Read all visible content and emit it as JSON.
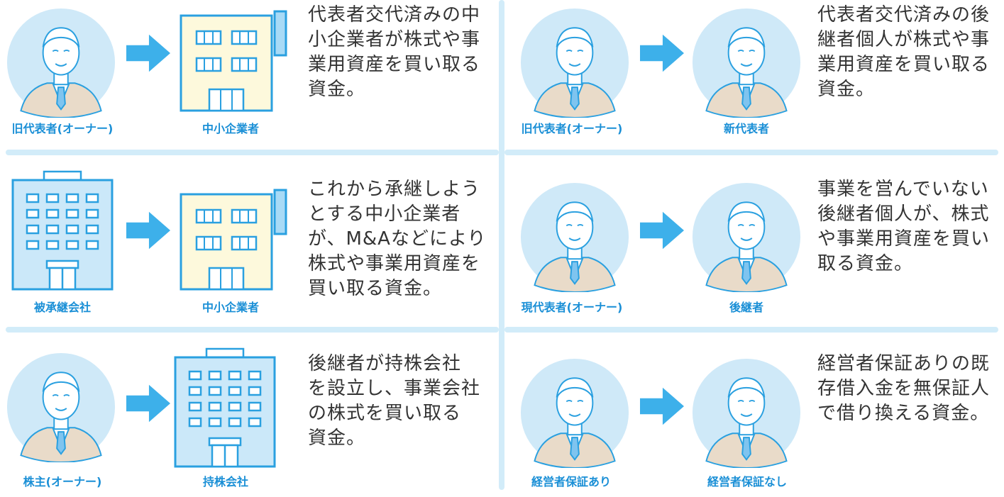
{
  "colors": {
    "accent": "#1a8fd6",
    "person_bg": "#cfe9f8",
    "building_blue": "#cbe8f9",
    "building_yellow": "#fdf9dc",
    "divider": "#d2ecf9",
    "arrow": "#3db0ea"
  },
  "cells": [
    {
      "left_label": "旧代表者(オーナー)",
      "right_label": "中小企業者",
      "description": "代表者交代済みの中\n小企業者が株式や事\n業用資産を買い取る\n資金。"
    },
    {
      "left_label": "旧代表者(オーナー)",
      "right_label": "新代表者",
      "description": "代表者交代済みの後\n継者個人が株式や事\n業用資産を買い取る\n資金。"
    },
    {
      "left_label": "被承継会社",
      "right_label": "中小企業者",
      "description": "これから承継しよう\nとする中小企業者\nが、M&Aなどにより\n株式や事業用資産を\n買い取る資金。"
    },
    {
      "left_label": "現代表者(オーナー)",
      "right_label": "後継者",
      "description": "事業を営んでいない\n後継者個人が、株式\nや事業用資産を買い\n取る資金。"
    },
    {
      "left_label": "株主(オーナー)",
      "right_label": "持株会社",
      "description": "後継者が持株会社\nを設立し、事業会社\nの株式を買い取る\n資金。"
    },
    {
      "left_label": "経営者保証あり",
      "right_label": "経営者保証なし",
      "description": "経営者保証ありの既\n存借入金を無保証人\nで借り換える資金。"
    }
  ],
  "icons": {
    "person": "person-circle-icon",
    "building_large": "office-building-icon",
    "building_small": "small-company-building-icon",
    "arrow": "right-arrow-icon"
  }
}
